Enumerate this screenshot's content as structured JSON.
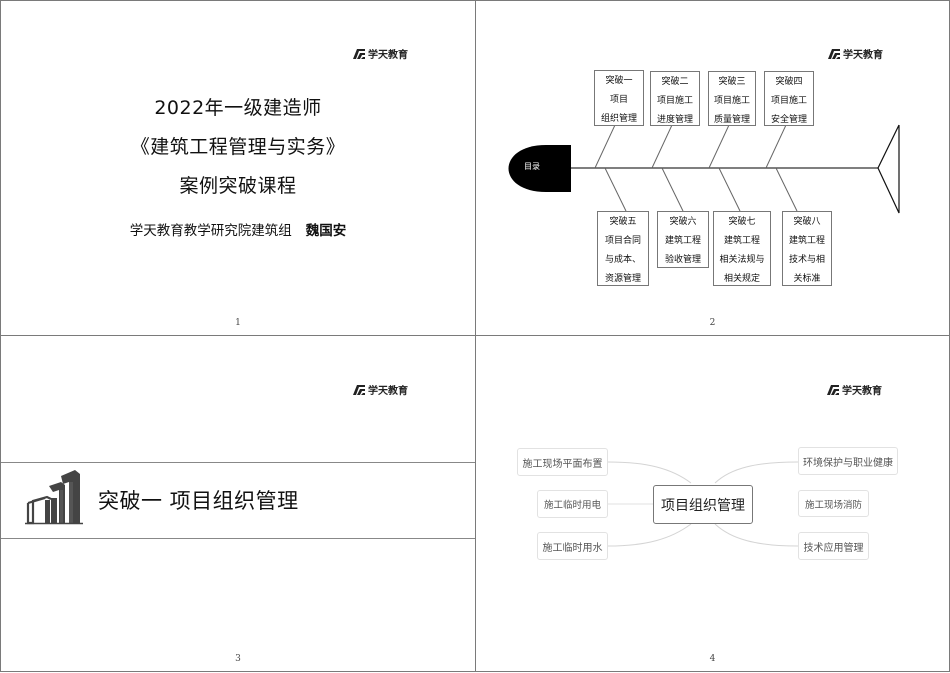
{
  "brand": {
    "logo_text": "学天教育"
  },
  "slides": [
    {
      "page": "1",
      "title_lines": [
        "2022年一级建造师",
        "《建筑工程管理与实务》",
        "案例突破课程"
      ],
      "subtitle": "学天教育教学研究院建筑组",
      "author": "魏国安"
    },
    {
      "page": "2",
      "fishbone": {
        "head_label": "目录",
        "top_boxes": [
          {
            "lines": [
              "突破一",
              "项目",
              "组织管理"
            ]
          },
          {
            "lines": [
              "突破二",
              "项目施工",
              "进度管理"
            ]
          },
          {
            "lines": [
              "突破三",
              "项目施工",
              "质量管理"
            ]
          },
          {
            "lines": [
              "突破四",
              "项目施工",
              "安全管理"
            ]
          }
        ],
        "bottom_boxes": [
          {
            "lines": [
              "突破五",
              "项目合同",
              "与成本、",
              "资源管理"
            ]
          },
          {
            "lines": [
              "突破六",
              "建筑工程",
              "验收管理"
            ]
          },
          {
            "lines": [
              "突破七",
              "建筑工程",
              "相关法规与",
              "相关规定"
            ]
          },
          {
            "lines": [
              "突破八",
              "建筑工程",
              "技术与相",
              "关标准"
            ]
          }
        ]
      }
    },
    {
      "page": "3",
      "section_title": "突破一  项目组织管理",
      "icon": "building-icon"
    },
    {
      "page": "4",
      "mindmap": {
        "center": "项目组织管理",
        "left": [
          "施工现场平面布置",
          "施工临时用电",
          "施工临时用水"
        ],
        "right": [
          "环境保护与职业健康",
          "施工现场消防",
          "技术应用管理"
        ]
      }
    }
  ]
}
